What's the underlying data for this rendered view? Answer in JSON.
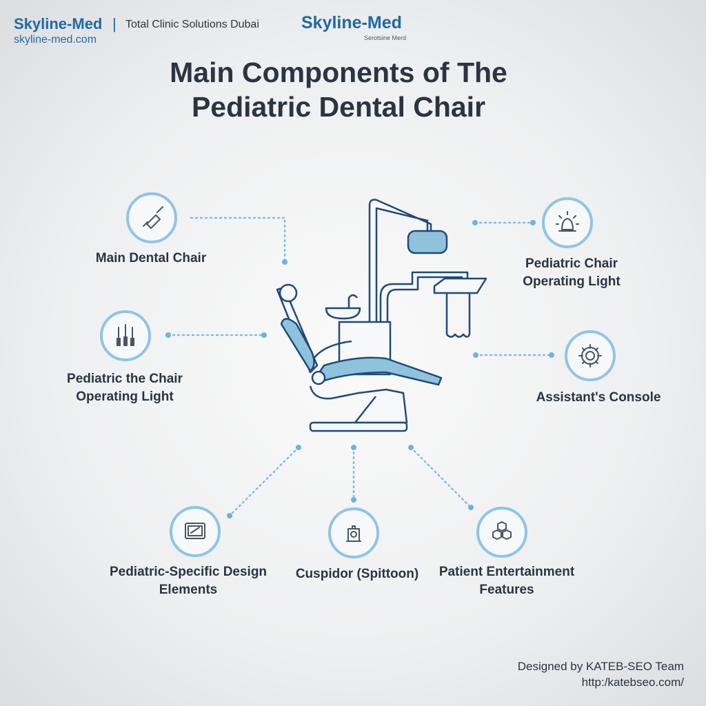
{
  "header": {
    "brand": "Skyline-Med",
    "separator": "|",
    "tagline": "Total Clinic Solutions Dubai",
    "website": "skyline-med.com",
    "logo_brand": "Skyline-Med",
    "logo_sub": "Serotsine Merd"
  },
  "title": {
    "line1": "Main Components of The",
    "line2": "Pediatric Dental Chair"
  },
  "components": [
    {
      "icon": "handpiece-icon",
      "lines": [
        "Main Dental Chair"
      ]
    },
    {
      "icon": "dental-tools-icon",
      "lines": [
        "Pediatric the Chair",
        "Operating Light"
      ]
    },
    {
      "icon": "operating-light-icon",
      "lines": [
        "Pediatric Chair",
        "Operating Light"
      ]
    },
    {
      "icon": "gear-icon",
      "lines": [
        "Assistant's Console"
      ]
    },
    {
      "icon": "monitor-icon",
      "lines": [
        "Pediatric-Specific Design",
        "Elements"
      ]
    },
    {
      "icon": "cuspidor-icon",
      "lines": [
        "Cuspidor (Spittoon)"
      ]
    },
    {
      "icon": "cubes-icon",
      "lines": [
        "Patient Entertainment",
        "Features"
      ]
    }
  ],
  "footer": {
    "credit": "Designed by KATEB-SEO Team",
    "url": "http:/katebseo.com/"
  },
  "colors": {
    "brand": "#1e6aa3",
    "accent": "#8ec5e6",
    "text": "#2b3442",
    "outline": "#1f4a7a",
    "fill": "#8fc3dc"
  }
}
